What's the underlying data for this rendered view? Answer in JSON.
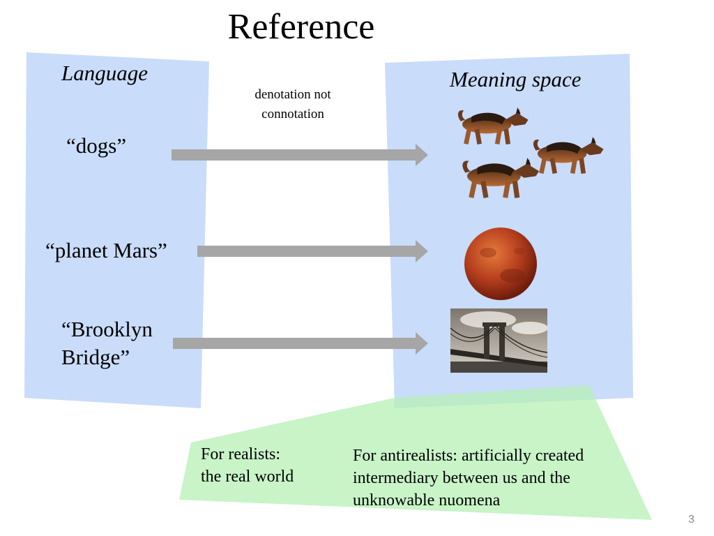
{
  "slide": {
    "title": "Reference",
    "number": "3"
  },
  "language_panel": {
    "heading": "Language",
    "terms": [
      "“dogs”",
      "“planet Mars”",
      "“Brooklyn\nBridge”"
    ]
  },
  "meaning_panel": {
    "heading": "Meaning space",
    "items": [
      "dogs-image",
      "mars-image",
      "brooklyn-bridge-image"
    ]
  },
  "note": "denotation not connotation",
  "footer": {
    "realists": "For realists:\nthe real world",
    "antirealists": "For antirealists: artificially created\nintermediary between us and the\nunknowable nuomena"
  },
  "colors": {
    "panel_blue": "#c9dcfa",
    "green_overlay": "#c8f5c8",
    "arrow_gray": "#a6a6a6",
    "mars": "#b8401e"
  }
}
